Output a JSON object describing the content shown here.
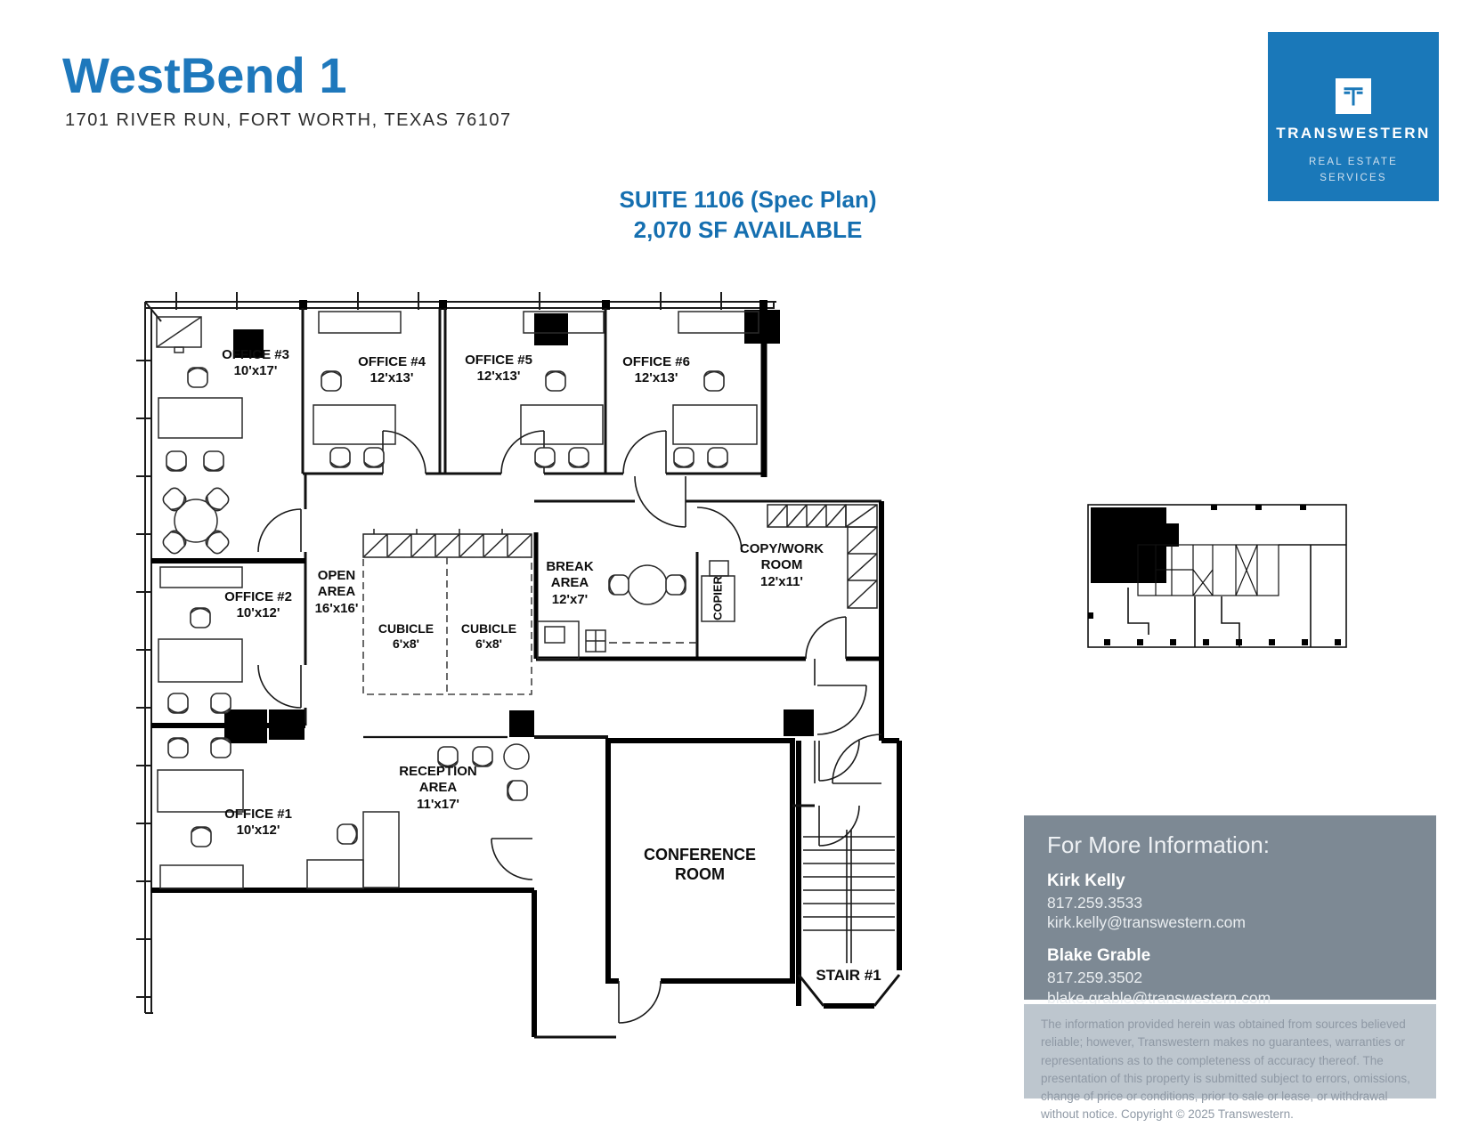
{
  "header": {
    "title": "WestBend 1",
    "address": "1701 RIVER RUN, FORT WORTH, TEXAS 76107"
  },
  "logo": {
    "brand": "TRANSWESTERN",
    "tagline_line1": "REAL ESTATE",
    "tagline_line2": "SERVICES",
    "color": "#1a78b9"
  },
  "suite": {
    "line1": "SUITE 1106 (Spec Plan)",
    "line2": "2,070 SF AVAILABLE"
  },
  "plan": {
    "rooms": {
      "office3": {
        "name": "OFFICE #3",
        "size": "10'x17'"
      },
      "office4": {
        "name": "OFFICE #4",
        "size": "12'x13'"
      },
      "office5": {
        "name": "OFFICE #5",
        "size": "12'x13'"
      },
      "office6": {
        "name": "OFFICE #6",
        "size": "12'x13'"
      },
      "office2": {
        "name": "OFFICE #2",
        "size": "10'x12'"
      },
      "office1": {
        "name": "OFFICE #1",
        "size": "10'x12'"
      },
      "open_area": {
        "name": "OPEN AREA",
        "size": "16'x16'"
      },
      "cubicle1": {
        "name": "CUBICLE",
        "size": "6'x8'"
      },
      "cubicle2": {
        "name": "CUBICLE",
        "size": "6'x8'"
      },
      "break_area": {
        "name": "BREAK AREA",
        "size": "12'x7'"
      },
      "copy_room": {
        "name": "COPY/WORK ROOM",
        "size": "12'x11'"
      },
      "reception": {
        "name": "RECEPTION AREA",
        "size": "11'x17'"
      },
      "conference": {
        "name": "CONFERENCE ROOM"
      },
      "stair": {
        "name": "STAIR #1"
      },
      "copier": {
        "name": "COPIER"
      }
    }
  },
  "contact": {
    "heading": "For More Information:",
    "agents": [
      {
        "name": "Kirk Kelly",
        "phone": "817.259.3533",
        "email": "kirk.kelly@transwestern.com"
      },
      {
        "name": "Blake Grable",
        "phone": "817.259.3502",
        "email": "blake.grable@transwestern.com"
      }
    ]
  },
  "disclaimer": "The information provided herein was obtained from sources believed reliable; however, Transwestern makes no guarantees, warranties or representations as to the completeness of accuracy thereof. The presentation of this property is submitted subject to errors, omissions, change of price or conditions, prior to sale or lease, or withdrawal without notice. Copyright © 2025 Transwestern."
}
